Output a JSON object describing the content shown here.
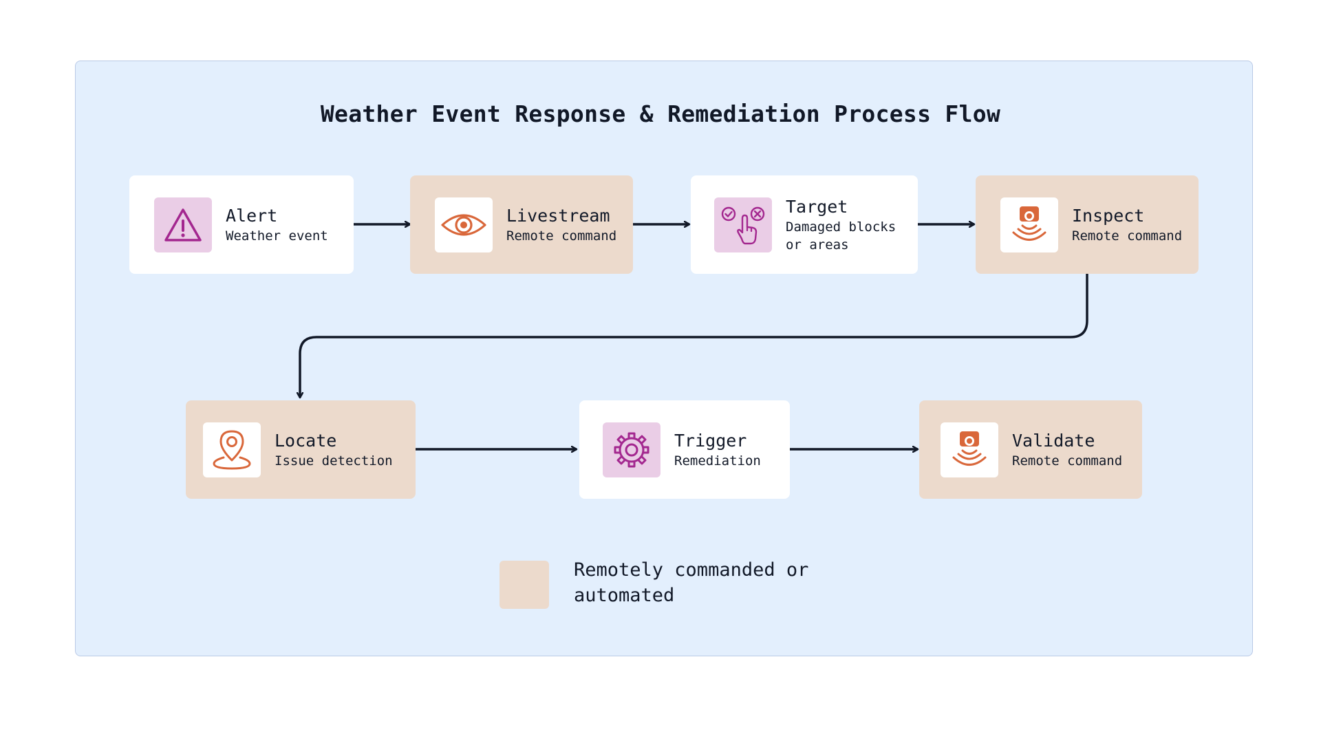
{
  "title": "Weather Event Response & Remediation Process Flow",
  "colors": {
    "panel": "#e3effd",
    "remote_box": "#ecdacc",
    "icon_bg_pink": "#eacde6",
    "orange_icon": "#d9673a",
    "purple_icon": "#a3278f",
    "arrow": "#111827"
  },
  "nodes": [
    {
      "label": "Alert",
      "sub": "Weather event",
      "icon": "warning-triangle-icon",
      "remote": false
    },
    {
      "label": "Livestream",
      "sub": "Remote command",
      "icon": "eye-icon",
      "remote": true
    },
    {
      "label": "Target",
      "sub": "Damaged blocks or areas",
      "icon": "select-touch-icon",
      "remote": false
    },
    {
      "label": "Inspect",
      "sub": "Remote command",
      "icon": "scan-signal-icon",
      "remote": true
    },
    {
      "label": "Locate",
      "sub": "Issue detection",
      "icon": "map-pin-icon",
      "remote": true
    },
    {
      "label": "Trigger",
      "sub": "Remediation",
      "icon": "gear-icon",
      "remote": false
    },
    {
      "label": "Validate",
      "sub": "Remote command",
      "icon": "scan-signal-icon",
      "remote": true
    }
  ],
  "legend": {
    "text": "Remotely commanded or automated"
  }
}
